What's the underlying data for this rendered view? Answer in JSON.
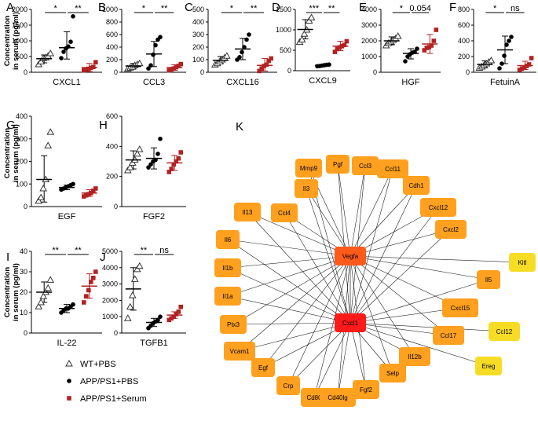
{
  "figure_ylabel_lines": [
    "Concentration",
    "in serum (pg/ml)"
  ],
  "groups": [
    {
      "name": "WT+PBS",
      "marker": "triangle",
      "color": "#333333"
    },
    {
      "name": "APP/PS1+PBS",
      "marker": "circle",
      "color": "#000000"
    },
    {
      "name": "APP/PS1+Serum",
      "marker": "square",
      "color": "#b22222"
    }
  ],
  "chart_data": [
    {
      "type": "scatter",
      "panel": "A",
      "xlabel": "CXCL1",
      "ylim": [
        0,
        2000
      ],
      "yticks": [
        0,
        500,
        1000,
        1500,
        2000
      ],
      "means": [
        430,
        780,
        150
      ],
      "sd_lo": [
        300,
        420,
        20
      ],
      "sd_hi": [
        550,
        1290,
        280
      ],
      "points": [
        [
          250,
          340,
          440,
          470,
          520,
          600
        ],
        [
          450,
          650,
          760,
          820,
          970,
          1780
        ],
        [
          60,
          90,
          110,
          140,
          170,
          320
        ]
      ],
      "comparisons": [
        {
          "a": 0,
          "b": 1,
          "label": "*"
        },
        {
          "a": 1,
          "b": 2,
          "label": "**"
        }
      ]
    },
    {
      "type": "scatter",
      "panel": "B",
      "xlabel": "CCL3",
      "ylim": [
        0,
        1000
      ],
      "yticks": [
        0,
        200,
        400,
        600,
        800,
        1000
      ],
      "means": [
        100,
        290,
        75
      ],
      "sd_lo": [
        60,
        90,
        30
      ],
      "sd_hi": [
        140,
        490,
        120
      ],
      "points": [
        [
          55,
          70,
          85,
          110,
          125,
          140
        ],
        [
          60,
          110,
          280,
          430,
          520,
          560
        ],
        [
          30,
          45,
          60,
          80,
          100,
          130
        ]
      ],
      "comparisons": [
        {
          "a": 0,
          "b": 1,
          "label": "*"
        },
        {
          "a": 1,
          "b": 2,
          "label": "**"
        }
      ]
    },
    {
      "type": "scatter",
      "panel": "C",
      "xlabel": "CXCL16",
      "ylim": [
        0,
        500
      ],
      "yticks": [
        0,
        100,
        200,
        300,
        400,
        500
      ],
      "means": [
        95,
        185,
        55
      ],
      "sd_lo": [
        70,
        100,
        10
      ],
      "sd_hi": [
        125,
        270,
        110
      ],
      "points": [
        [
          60,
          70,
          85,
          100,
          115,
          130
        ],
        [
          100,
          120,
          160,
          200,
          260,
          300
        ],
        [
          10,
          30,
          50,
          60,
          90,
          110
        ]
      ],
      "comparisons": [
        {
          "a": 0,
          "b": 1,
          "label": "*"
        },
        {
          "a": 1,
          "b": 2,
          "label": "**"
        }
      ]
    },
    {
      "type": "scatter",
      "panel": "D",
      "xlabel": "CXCL9",
      "ylim": [
        0,
        1500
      ],
      "yticks": [
        0,
        500,
        1000,
        1500
      ],
      "means": [
        1010,
        130,
        600
      ],
      "sd_lo": [
        780,
        110,
        490
      ],
      "sd_hi": [
        1250,
        150,
        720
      ],
      "points": [
        [
          700,
          760,
          900,
          1000,
          1220,
          1300
        ],
        [
          110,
          115,
          125,
          135,
          145,
          150
        ],
        [
          460,
          530,
          570,
          600,
          630,
          720
        ]
      ],
      "comparisons": [
        {
          "a": 0,
          "b": 1,
          "label": "***"
        },
        {
          "a": 1,
          "b": 2,
          "label": "**"
        }
      ]
    },
    {
      "type": "scatter",
      "panel": "E",
      "xlabel": "HGF",
      "ylim": [
        0,
        4000
      ],
      "yticks": [
        0,
        1000,
        2000,
        3000,
        4000
      ],
      "means": [
        2000,
        1200,
        1800
      ],
      "sd_lo": [
        1750,
        850,
        1200
      ],
      "sd_hi": [
        2250,
        1500,
        2400
      ],
      "points": [
        [
          1700,
          1850,
          1950,
          2050,
          2150,
          2300
        ],
        [
          700,
          1000,
          1150,
          1250,
          1300,
          1500
        ],
        [
          1400,
          1550,
          1600,
          1700,
          2000,
          2700
        ]
      ],
      "comparisons": [
        {
          "a": 0,
          "b": 1,
          "label": "*"
        },
        {
          "a": 1,
          "b": 2,
          "label": "0.054"
        }
      ]
    },
    {
      "type": "scatter",
      "panel": "F",
      "xlabel": "FetuinA",
      "ylim": [
        0,
        800
      ],
      "yticks": [
        0,
        200,
        400,
        600,
        800
      ],
      "means": [
        100,
        285,
        85
      ],
      "sd_lo": [
        55,
        110,
        35
      ],
      "sd_hi": [
        145,
        460,
        140
      ],
      "points": [
        [
          55,
          70,
          90,
          110,
          130,
          150
        ],
        [
          50,
          110,
          210,
          350,
          400,
          450
        ],
        [
          30,
          45,
          60,
          80,
          100,
          180
        ]
      ],
      "comparisons": [
        {
          "a": 0,
          "b": 1,
          "label": "*"
        },
        {
          "a": 1,
          "b": 2,
          "label": "ns"
        }
      ]
    },
    {
      "type": "scatter",
      "panel": "G",
      "xlabel": "EGF",
      "ylim": [
        0,
        400
      ],
      "yticks": [
        0,
        100,
        200,
        300,
        400
      ],
      "means": [
        120,
        85,
        60
      ],
      "sd_lo": [
        20,
        75,
        45
      ],
      "sd_hi": [
        225,
        95,
        75
      ],
      "points": [
        [
          25,
          40,
          80,
          120,
          270,
          330
        ],
        [
          75,
          80,
          85,
          90,
          95,
          100
        ],
        [
          45,
          50,
          55,
          60,
          70,
          80
        ]
      ],
      "comparisons": []
    },
    {
      "type": "scatter",
      "panel": "H",
      "xlabel": "FGF2",
      "ylim": [
        0,
        600
      ],
      "yticks": [
        0,
        200,
        400,
        600
      ],
      "means": [
        310,
        320,
        290
      ],
      "sd_lo": [
        250,
        250,
        240
      ],
      "sd_hi": [
        370,
        390,
        340
      ],
      "points": [
        [
          240,
          260,
          290,
          310,
          350,
          380
        ],
        [
          260,
          280,
          300,
          310,
          350,
          450
        ],
        [
          230,
          250,
          280,
          300,
          320,
          360
        ]
      ],
      "comparisons": []
    },
    {
      "type": "scatter",
      "panel": "I",
      "xlabel": "IL-22",
      "ylim": [
        0,
        40
      ],
      "yticks": [
        0,
        10,
        20,
        30,
        40
      ],
      "means": [
        20,
        12,
        23
      ],
      "sd_lo": [
        15,
        10,
        17
      ],
      "sd_hi": [
        25,
        14,
        29
      ],
      "points": [
        [
          13,
          15,
          18,
          20,
          22,
          26
        ],
        [
          10,
          11,
          12,
          12,
          13,
          14
        ],
        [
          15,
          18,
          21,
          25,
          27,
          30
        ]
      ],
      "comparisons": [
        {
          "a": 0,
          "b": 1,
          "label": "**"
        },
        {
          "a": 1,
          "b": 2,
          "label": "**"
        }
      ]
    },
    {
      "type": "scatter",
      "panel": "J",
      "xlabel": "TGFB1",
      "ylim": [
        0,
        5000
      ],
      "yticks": [
        0,
        1000,
        2000,
        3000,
        4000,
        5000
      ],
      "means": [
        2700,
        650,
        1100
      ],
      "sd_lo": [
        1400,
        400,
        900
      ],
      "sd_hi": [
        4000,
        900,
        1300
      ],
      "points": [
        [
          900,
          1600,
          2300,
          3300,
          3900,
          4100
        ],
        [
          300,
          450,
          600,
          700,
          800,
          1000
        ],
        [
          800,
          900,
          1000,
          1150,
          1300,
          1600
        ]
      ],
      "comparisons": [
        {
          "a": 0,
          "b": 1,
          "label": "**"
        },
        {
          "a": 1,
          "b": 2,
          "label": "ns"
        }
      ]
    }
  ],
  "network": {
    "panel": "K",
    "hubs": [
      {
        "label": "Vegfa",
        "color": "#ff5a1a"
      },
      {
        "label": "Cxcl1",
        "color": "#ff1a1a"
      }
    ],
    "nodes": [
      {
        "label": "Mmp9",
        "color": "#ffa01e"
      },
      {
        "label": "Pgf",
        "color": "#ffa01e"
      },
      {
        "label": "Ccl3",
        "color": "#ffa01e"
      },
      {
        "label": "Ccl11",
        "color": "#ffa01e"
      },
      {
        "label": "Cdh1",
        "color": "#ffa01e"
      },
      {
        "label": "Il3",
        "color": "#ffa01e"
      },
      {
        "label": "Cxcl12",
        "color": "#ffa01e"
      },
      {
        "label": "Ccl4",
        "color": "#ffa01e"
      },
      {
        "label": "Cxcl2",
        "color": "#ffa01e"
      },
      {
        "label": "Il13",
        "color": "#ffa01e"
      },
      {
        "label": "Il6",
        "color": "#ffa01e"
      },
      {
        "label": "Kitl",
        "color": "#f7dc26"
      },
      {
        "label": "Il1b",
        "color": "#ffa01e"
      },
      {
        "label": "Il5",
        "color": "#ffa01e"
      },
      {
        "label": "Il1a",
        "color": "#ffa01e"
      },
      {
        "label": "Cxcl15",
        "color": "#ffa01e"
      },
      {
        "label": "Ptx3",
        "color": "#ffa01e"
      },
      {
        "label": "Ccl12",
        "color": "#f7dc26"
      },
      {
        "label": "Vcam1",
        "color": "#ffa01e"
      },
      {
        "label": "Ccl17",
        "color": "#ffa01e"
      },
      {
        "label": "Egf",
        "color": "#ffa01e"
      },
      {
        "label": "Il12b",
        "color": "#ffa01e"
      },
      {
        "label": "Ereg",
        "color": "#f7dc26"
      },
      {
        "label": "Crp",
        "color": "#ffa01e"
      },
      {
        "label": "Selp",
        "color": "#ffa01e"
      },
      {
        "label": "Cd80",
        "color": "#ffa01e"
      },
      {
        "label": "Fgf2",
        "color": "#ffa01e"
      },
      {
        "label": "Cd40lg",
        "color": "#ffa01e"
      }
    ]
  }
}
